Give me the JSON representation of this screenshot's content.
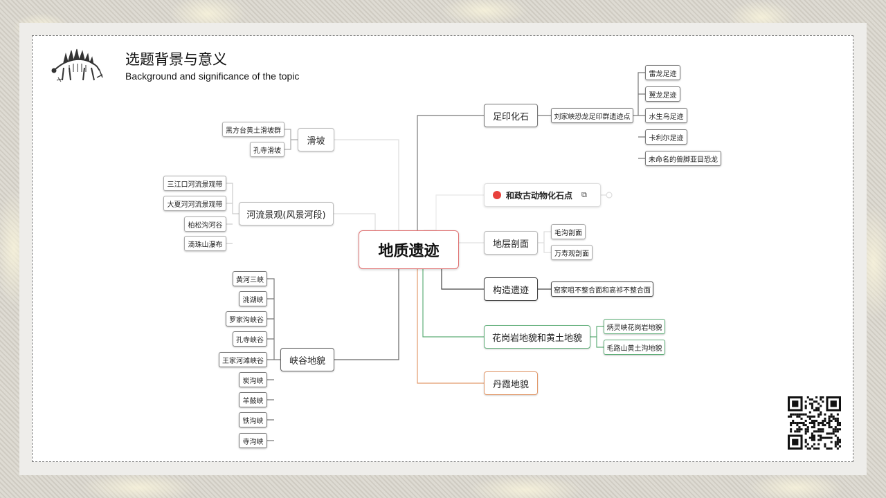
{
  "header": {
    "title": "选题背景与意义",
    "subtitle": "Background and significance of the topic"
  },
  "mindmap": {
    "root": "地质遗迹",
    "left": {
      "slope": {
        "label": "滑坡",
        "children": [
          "黑方台黄土滑坡群",
          "孔寺滑坡"
        ]
      },
      "river": {
        "label": "河流景观(风景河段)",
        "children": [
          "三江口河流景观带",
          "大夏河河流景观带",
          "柏松沟河谷",
          "滴珠山瀑布"
        ]
      },
      "canyon": {
        "label": "峡谷地貌",
        "children": [
          "黄河三峡",
          "洮湖峡",
          "罗家沟峡谷",
          "孔寺峡谷",
          "王家河滩峡谷",
          "炭沟峡",
          "羊鼓峡",
          "铁沟峡",
          "寺沟峡"
        ]
      }
    },
    "right": {
      "footprint": {
        "label": "足印化石",
        "sub": "刘家峡恐龙足印群遗迹点",
        "children": [
          "雷龙足迹",
          "翼龙足迹",
          "水生鸟足迹",
          "卡利尔足迹",
          "未命名的兽脚亚目恐龙"
        ]
      },
      "fossil": {
        "label": "和政古动物化石点",
        "icon": "link-icon"
      },
      "strata": {
        "label": "地层剖面",
        "children": [
          "毛沟剖面",
          "万寿观剖面"
        ]
      },
      "tectonic": {
        "label": "构造遗迹",
        "children": [
          "窑家咀不整合面和高祁不整合面"
        ]
      },
      "granite": {
        "label": "花岗岩地貌和黄土地貌",
        "children": [
          "炳灵峡花岗岩地貌",
          "毛路山黄土沟地貌"
        ]
      },
      "danxia": {
        "label": "丹霞地貌"
      }
    },
    "colors": {
      "root_border": "#e07070",
      "red_dot": "#e8413c",
      "branch_dark": "#555555",
      "branch_green": "#5fae78",
      "branch_orange": "#e29a6c",
      "branch_light": "#cccccc"
    }
  },
  "decorations": {
    "logo": "stegosaurus-skeleton-icon",
    "qr": "qr-code-icon"
  }
}
